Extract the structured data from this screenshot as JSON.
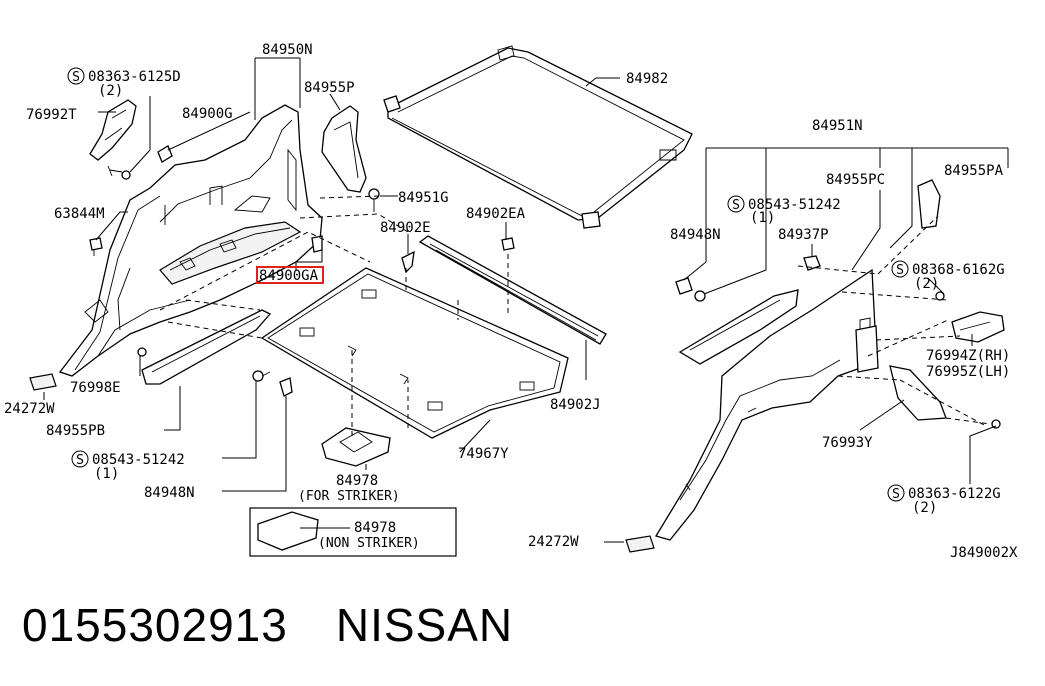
{
  "diagram_id": "J849002X",
  "labels": {
    "p84950N": "84950N",
    "p84955P": "84955P",
    "p84900G": "84900G",
    "p08363_6125D": "08363-6125D",
    "p08363_6125D_qty": "(2)",
    "p76992T": "76992T",
    "p63844M": "63844M",
    "p84982": "84982",
    "p84951G": "84951G",
    "p84902E": "84902E",
    "p84902EA": "84902EA",
    "p84900GA": "84900GA",
    "p76998E": "76998E",
    "p24272W_left": "24272W",
    "p84955PB": "84955PB",
    "p08543_51242_left": "08543-51242",
    "p08543_51242_left_qty": "(1)",
    "p84948N_left": "84948N",
    "p84978": "84978",
    "p84978_note": "(FOR STRIKER)",
    "p84978_box": "84978",
    "p84978_box_note": "(NON STRIKER)",
    "p74967Y": "74967Y",
    "p84902J": "84902J",
    "p84951N": "84951N",
    "p84955PC": "84955PC",
    "p84955PA": "84955PA",
    "p08543_51242_right": "08543-51242",
    "p08543_51242_right_qty": "(1)",
    "p84948N_right": "84948N",
    "p84937P": "84937P",
    "p08368_6162G": "08368-6162G",
    "p08368_6162G_qty": "(2)",
    "p76994Z": "76994Z(RH)",
    "p76995Z": "76995Z(LH)",
    "p76993Y": "76993Y",
    "p08363_6122G": "08363-6122G",
    "p08363_6122G_qty": "(2)",
    "p24272W_right": "24272W",
    "screw_symbol": "S"
  },
  "footer": {
    "part_number": "0155302913",
    "brand": "NISSAN"
  },
  "colors": {
    "line": "#000000",
    "highlight": "#e0201c",
    "background": "#ffffff"
  }
}
